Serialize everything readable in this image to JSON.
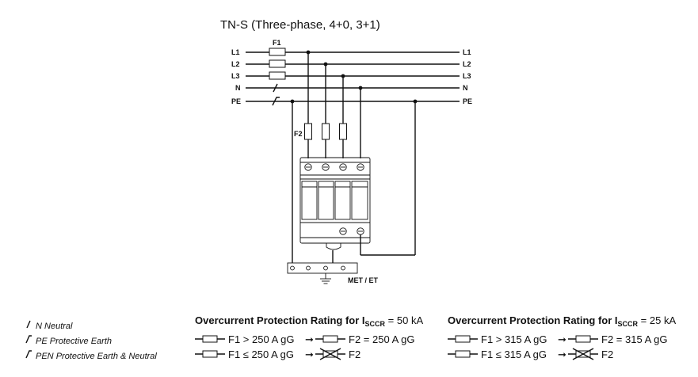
{
  "title": "TN-S (Three-phase, 4+0, 3+1)",
  "fuse_labels": {
    "f1": "F1",
    "f2": "F2"
  },
  "conductors_left": [
    "L1",
    "L2",
    "L3",
    "N",
    "PE"
  ],
  "conductors_right": [
    "L1",
    "L2",
    "L3",
    "N",
    "PE"
  ],
  "ground_label": "MET / ET",
  "legend": [
    {
      "abbr": "N",
      "text": "Neutral"
    },
    {
      "abbr": "PE",
      "text": "Protective Earth"
    },
    {
      "abbr": "PEN",
      "text": "Protective Earth & Neutral"
    }
  ],
  "ratings": [
    {
      "heading_prefix": "Overcurrent Protection Rating for I",
      "heading_sub": "SCCR",
      "heading_suffix": " = 50 kA",
      "rule1": {
        "left": "F1 > 250 A gG",
        "right": "F2 = 250 A gG"
      },
      "rule2": {
        "left": "F1 ≤ 250 A gG",
        "right": "F2"
      }
    },
    {
      "heading_prefix": "Overcurrent Protection Rating for I",
      "heading_sub": "SCCR",
      "heading_suffix": " = 25 kA",
      "rule1": {
        "left": "F1 > 315 A gG",
        "right": "F2 = 315 A gG"
      },
      "rule2": {
        "left": "F1 ≤ 315 A gG",
        "right": "F2"
      }
    }
  ],
  "arrow": "➞"
}
